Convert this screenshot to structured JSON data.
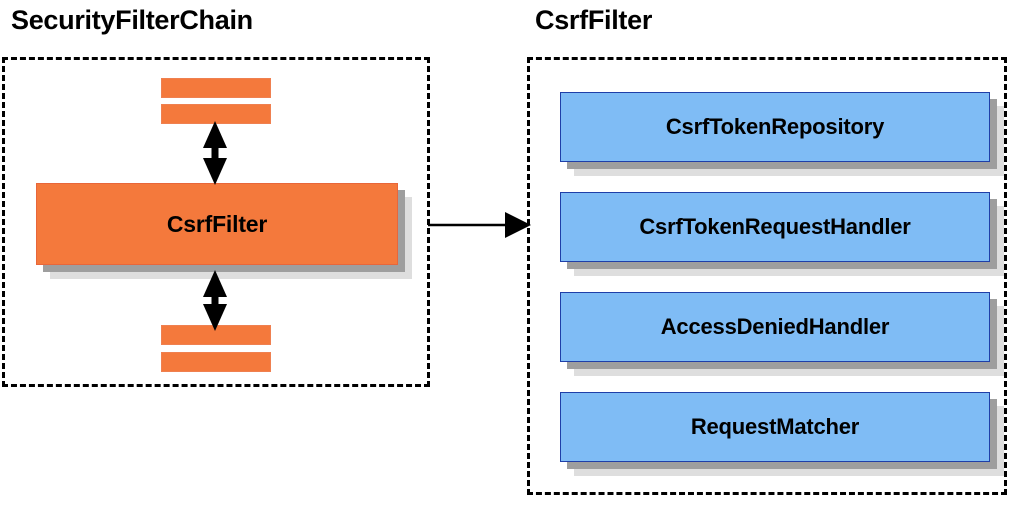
{
  "diagram": {
    "title_left": "SecurityFilterChain",
    "title_right": "CsrfFilter",
    "colors": {
      "orange_face": "#f4793c",
      "orange_border": "#e8663a",
      "blue_face": "#7fbcf5",
      "blue_border": "#1f3fa8",
      "shadow_dark": "#9e9e9e",
      "shadow_light": "#dedede",
      "outline": "#000000",
      "background": "#ffffff"
    },
    "left_panel": {
      "name": "SecurityFilterChain",
      "border_style": "dashed",
      "main_block_label": "CsrfFilter",
      "stub_bars_above": 2,
      "stub_bars_below": 2,
      "connectors": [
        "double-headed-arrow-above-csrffilter",
        "double-headed-arrow-below-csrffilter"
      ]
    },
    "right_panel": {
      "name": "CsrfFilter",
      "border_style": "dashed",
      "collaborators": [
        {
          "label": "CsrfTokenRepository"
        },
        {
          "label": "CsrfTokenRequestHandler"
        },
        {
          "label": "AccessDeniedHandler"
        },
        {
          "label": "RequestMatcher"
        }
      ]
    },
    "cross_panel_connector": {
      "kind": "single-headed-arrow",
      "direction": "left-to-right",
      "from": "SecurityFilterChain",
      "to": "CsrfFilter"
    }
  }
}
